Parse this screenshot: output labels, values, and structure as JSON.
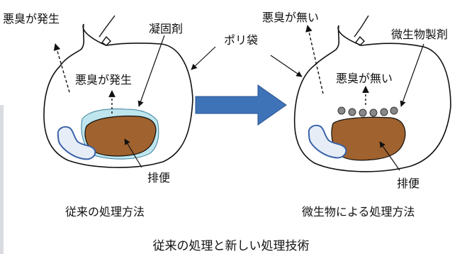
{
  "labels": {
    "left": {
      "odor_top": "悪臭が発生",
      "coagulant": "凝固剤",
      "odor_inner": "悪臭が発生",
      "feces": "排便",
      "method": "従来の処理方法"
    },
    "bag": "ポリ袋",
    "right": {
      "odor_top": "悪臭が無い",
      "microbe": "微生物製剤",
      "odor_inner": "悪臭が無い",
      "feces": "排便",
      "method": "微生物による処理方法"
    },
    "caption": "従来の処理と新しい処理技術"
  },
  "colors": {
    "feces": "#A0622E",
    "coagulant": "#BFE6EE",
    "arrow": "#3F73B8",
    "pad_fill": "#E6EDF7",
    "pad_stroke": "#3A62A8",
    "microbe_dot": "#888888",
    "outline": "#111111",
    "left_bar": "#DADCE2"
  }
}
